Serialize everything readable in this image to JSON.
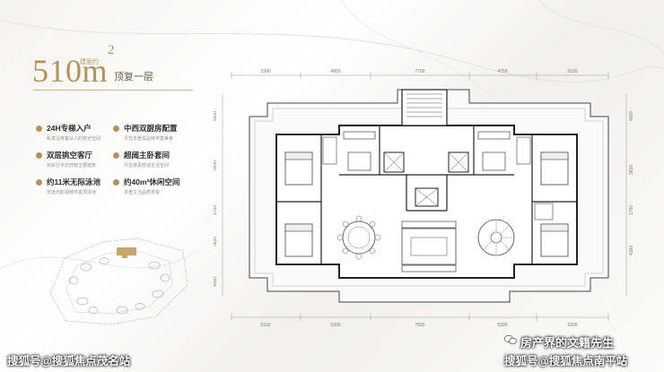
{
  "heading": {
    "area_value": "510m",
    "area_sup": "2",
    "area_prefix": "建面约",
    "floor_label": "顶复一层"
  },
  "features": [
    {
      "title": "24H专梯入户",
      "desc": "私享没有客从人的安全空间"
    },
    {
      "title": "中西双厨房配置",
      "desc": "烹饪多重需品味丰富美食"
    },
    {
      "title": "双层挑空客厅",
      "desc": "尚东行平式开放主要建筑"
    },
    {
      "title": "超阔主卧套间",
      "desc": "尽显尊贵舒适生活空间"
    },
    {
      "title": "约11米无际泳池",
      "desc": "天逸光影视城市屋顶泳池"
    },
    {
      "title": "约40m²休闲空间",
      "desc": "多重生活品质享受"
    }
  ],
  "dimensions": {
    "top": [
      "5300",
      "4950",
      "7700",
      "4750",
      "5150"
    ],
    "bottom": [
      "5150",
      "5200",
      "7600",
      "5300",
      "5300"
    ],
    "left": [
      "4600",
      "5450",
      "1750",
      "3650",
      "4950"
    ],
    "right": [
      "4600",
      "3620",
      "1750",
      "4260"
    ]
  },
  "watermarks": {
    "left": "搜狐号@搜狐焦点茂名站",
    "right_top": "房产界的文籍先生",
    "right_bottom": "搜狐号@搜狐焦点南平站"
  },
  "colors": {
    "accent": "#b3925c",
    "plan_line": "#333333"
  }
}
